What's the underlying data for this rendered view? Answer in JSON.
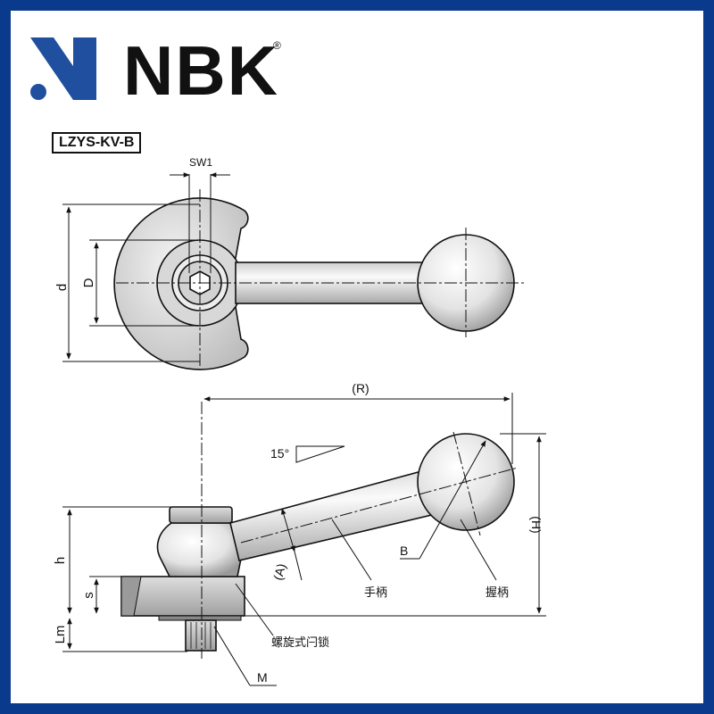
{
  "brand": {
    "name": "NBK",
    "registered_mark": "®",
    "colors": {
      "frame": "#0a3a8c",
      "logo": "#1f4f9e",
      "ink": "#111111"
    }
  },
  "model": "LZYS-KV-B",
  "top_view": {
    "dims": {
      "sw1": "SW1",
      "d": "d",
      "D": "D"
    }
  },
  "side_view": {
    "angle": "15°",
    "dims": {
      "R": "(R)",
      "H": "(H)",
      "A": "(A)",
      "h": "h",
      "s": "s",
      "Lm": "Lm",
      "M": "M",
      "B": "B"
    },
    "callouts": {
      "handle": "手柄",
      "grip": "握柄",
      "latch": "螺旋式闩锁"
    }
  }
}
